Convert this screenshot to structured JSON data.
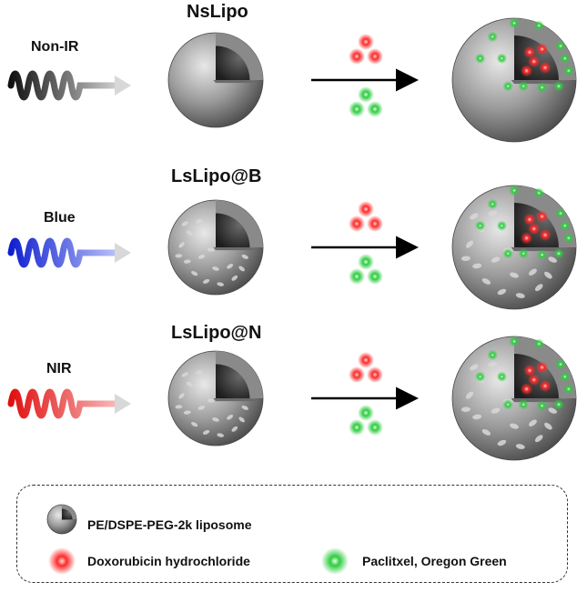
{
  "rows": [
    {
      "title": "NsLipo",
      "light": "Non-IR",
      "porous": false
    },
    {
      "title": "LsLipo@B",
      "light": "Blue",
      "porous": true
    },
    {
      "title": "LsLipo@N",
      "light": "NIR",
      "porous": true
    }
  ],
  "legend": {
    "liposome": "PE/DSPE-PEG-2k liposome",
    "doxorubicin": "Doxorubicin hydrochloride",
    "paclitaxel": "Paclitxel, Oregon Green"
  },
  "colors": {
    "non_ir": "#555555",
    "blue": "#2233dd",
    "nir": "#e02020",
    "doxorubicin": "#ff2a2a",
    "oregon_green": "#2ecc40"
  }
}
